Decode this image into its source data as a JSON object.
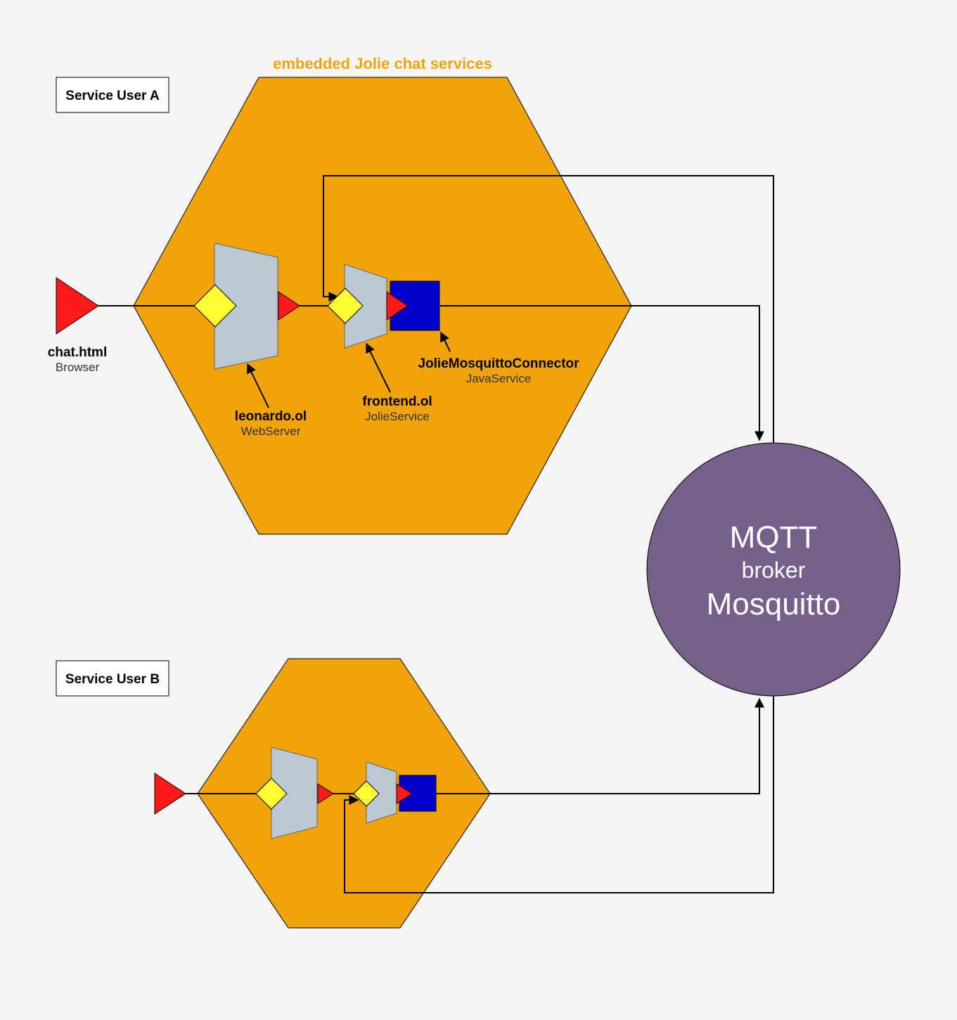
{
  "title": "embedded Jolie chat services",
  "user_a": {
    "label": "Service User A"
  },
  "user_b": {
    "label": "Service User B"
  },
  "browser": {
    "name": "chat.html",
    "type": "Browser"
  },
  "webserver": {
    "name": "leonardo.ol",
    "type": "WebServer"
  },
  "frontend": {
    "name": "frontend.ol",
    "type": "JolieService"
  },
  "connector": {
    "name": "JolieMosquittoConnector",
    "type": "JavaService"
  },
  "broker": {
    "line1": "MQTT",
    "line2": "broker",
    "line3": "Mosquitto"
  },
  "colors": {
    "hexagon": "#f0a30a",
    "service_body": "#bac8d3",
    "input_port": "#ffff33",
    "output_port": "#ff1a1a",
    "java_service": "#0000cc",
    "broker": "#76608a",
    "title": "#f0a30a"
  }
}
